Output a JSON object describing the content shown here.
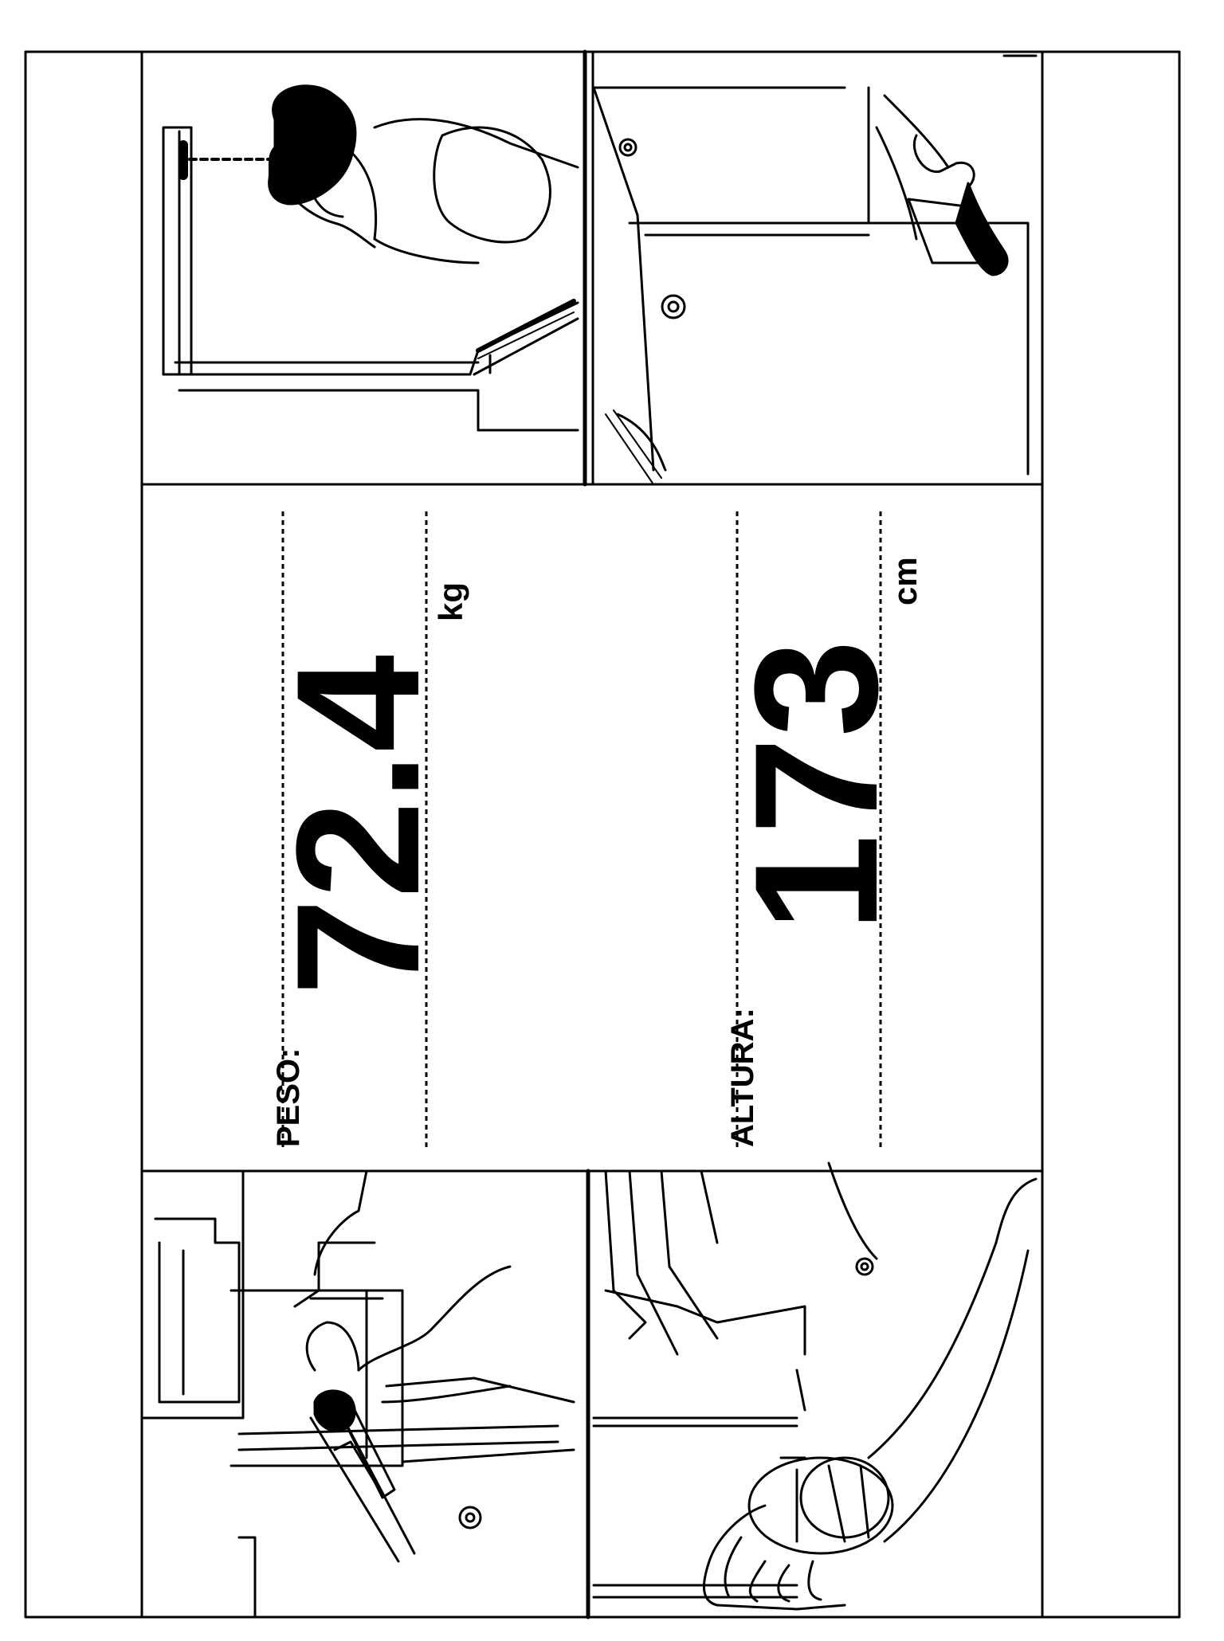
{
  "weight": {
    "label": "PESO:",
    "value": "72.4",
    "unit": "kg"
  },
  "height": {
    "label": "ALTURA:",
    "value": "173",
    "unit": "cm"
  },
  "colors": {
    "ink": "#000000",
    "paper": "#ffffff"
  },
  "panels": {
    "top_left": "hand-inserting-coin-illustration",
    "bottom_left": "hand-with-wrist-cuff-illustration",
    "top_right": "person-height-sensor-illustration",
    "bottom_right": "hand-taking-ticket-illustration"
  }
}
